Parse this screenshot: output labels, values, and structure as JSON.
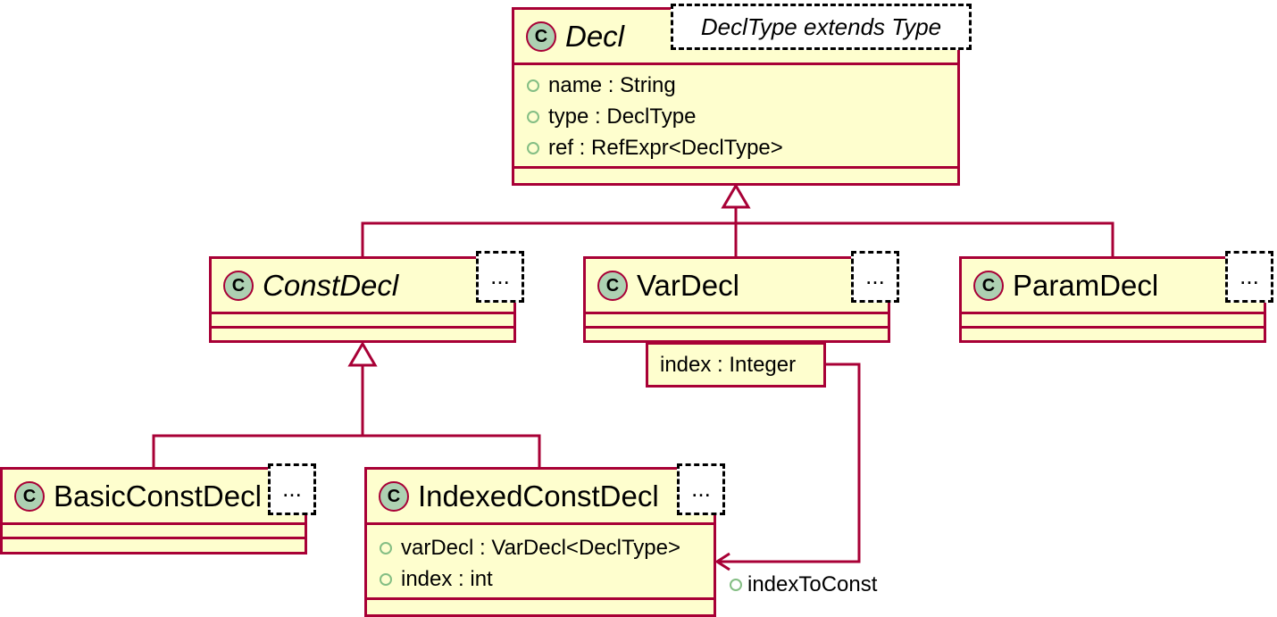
{
  "classes": {
    "decl": {
      "spot": "C",
      "name": "Decl",
      "abstract": true,
      "type_param": "DeclType extends Type",
      "attributes": [
        "name : String",
        "type : DeclType",
        "ref : RefExpr<DeclType>"
      ]
    },
    "const_decl": {
      "spot": "C",
      "name": "ConstDecl",
      "abstract": true,
      "type_param": "..."
    },
    "var_decl": {
      "spot": "C",
      "name": "VarDecl",
      "abstract": false,
      "type_param": "..."
    },
    "param_decl": {
      "spot": "C",
      "name": "ParamDecl",
      "abstract": false,
      "type_param": "..."
    },
    "basic_const_decl": {
      "spot": "C",
      "name": "BasicConstDecl",
      "abstract": false,
      "type_param": "..."
    },
    "indexed_const_decl": {
      "spot": "C",
      "name": "IndexedConstDecl",
      "abstract": false,
      "type_param": "...",
      "attributes": [
        "varDecl : VarDecl<DeclType>",
        "index : int"
      ]
    }
  },
  "association": {
    "qualifier": "index : Integer",
    "role": "indexToConst"
  },
  "colors": {
    "class_fill": "#fefece",
    "border": "#a80036",
    "spot_fill": "#add1b2",
    "public_visibility": "#84be84"
  },
  "icons": {
    "class_spot": "class-c-icon",
    "visibility": "public-visibility-icon",
    "generalization": "hollow-triangle-arrowhead",
    "association": "open-arrowhead"
  }
}
